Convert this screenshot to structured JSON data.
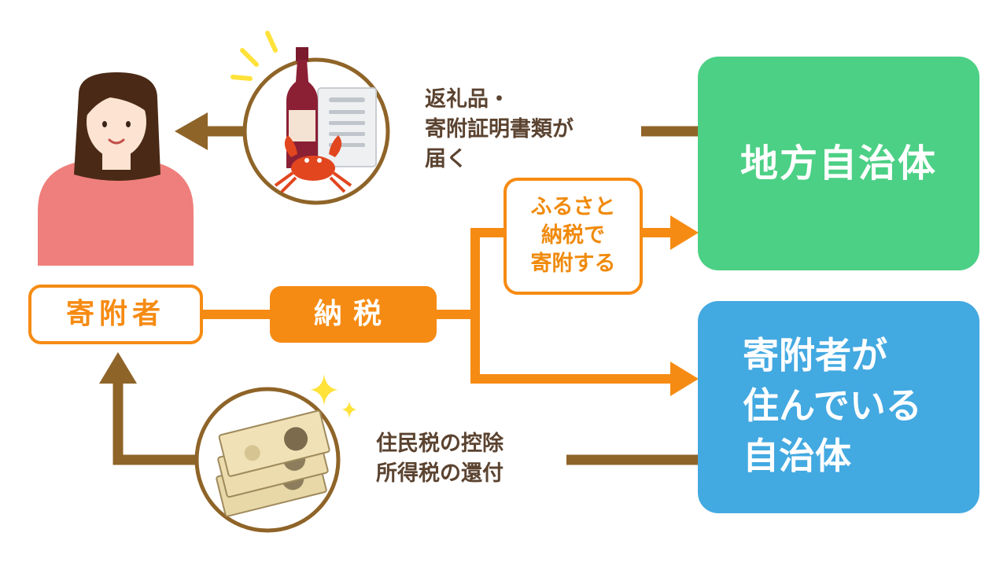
{
  "donor_label": "寄附者",
  "tax_label": "納税",
  "furusato_label": [
    "ふるさと",
    "納税で",
    "寄附する"
  ],
  "gift_label": [
    "返礼品・",
    "寄附証明書類が",
    "届く"
  ],
  "refund_label": [
    "住民税の控除",
    "所得税の還付"
  ],
  "local_gov_label": "地方自治体",
  "resident_gov_label": [
    "寄附者が",
    "住んでいる",
    "自治体"
  ],
  "colors": {
    "brown": "#8f6428",
    "orange": "#f68b13",
    "green": "#4cd085",
    "blue": "#43a9e1",
    "person_skin": "#fde3d2",
    "person_hair": "#4a2a16",
    "person_shirt": "#ef7f7c",
    "wine": "#8b2035",
    "crab": "#e2461f",
    "sparkle": "#ffe23a",
    "bill": "#e8d8a8"
  },
  "icons": [
    "donor-person-icon",
    "wine-bottle-icon",
    "document-icon",
    "crab-icon",
    "banknotes-icon",
    "sparkle-icon"
  ]
}
